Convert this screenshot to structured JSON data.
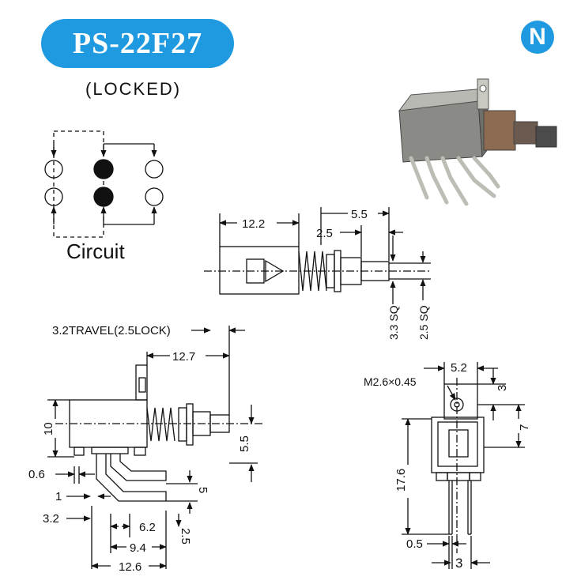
{
  "header": {
    "model": "PS-22F27",
    "subtitle": "(LOCKED)",
    "brand_letter": "N"
  },
  "circuit": {
    "label": "Circuit"
  },
  "top_view": {
    "dim_body_length": "12.2",
    "dim_shaft_length": "5.5",
    "dim_spring": "2.5",
    "dim_shaft_sq_small": "3.3 SQ",
    "dim_shaft_sq_large": "2.5 SQ"
  },
  "side_view": {
    "travel_label": "3.2TRAVEL(2.5LOCK)",
    "dim_12_7": "12.7",
    "dim_10": "10",
    "dim_5_5": "5.5",
    "dim_0_6": "0.6",
    "dim_1": "1",
    "dim_5": "5",
    "dim_3_2": "3.2",
    "dim_6_2": "6.2",
    "dim_2_5": "2.5",
    "dim_9_4": "9.4",
    "dim_12_6": "12.6"
  },
  "front_view": {
    "screw_label": "M2.6×0.45",
    "dim_5_2": "5.2",
    "dim_3_top": "3",
    "dim_7": "7",
    "dim_17_6": "17.6",
    "dim_0_5": "0.5",
    "dim_3_bottom": "3"
  },
  "colors": {
    "brand_blue": "#1f9ae0",
    "line": "#111111"
  }
}
